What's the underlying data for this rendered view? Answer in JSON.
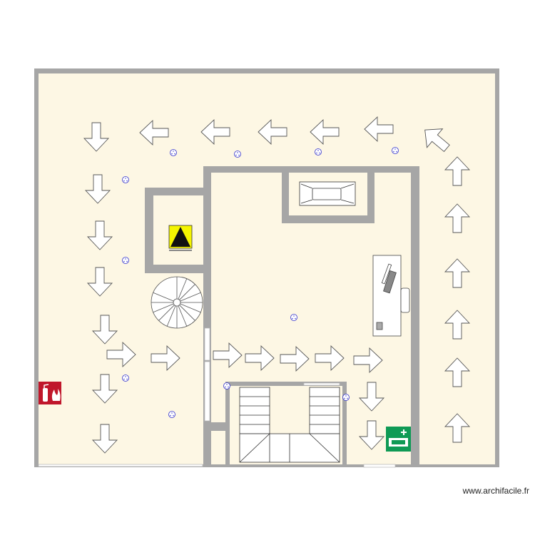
{
  "watermark": "www.archifacile.fr",
  "colors": {
    "floor": "#fdf7e4",
    "wall": "#a6a6a6",
    "arrow_fill": "#ffffff",
    "arrow_stroke": "#555555",
    "smoke_detector": "#3333cc",
    "fire_sign": "#c0172b",
    "first_aid_sign": "#0f9a55",
    "hazard_sign": "#f5f500"
  },
  "icons": [
    "evacuation-arrow",
    "smoke-detector-icon",
    "fire-extinguisher-sign",
    "first-aid-sign",
    "hazard-warning-sign",
    "spiral-staircase",
    "straight-staircase",
    "bathtub",
    "desk-with-computer"
  ]
}
